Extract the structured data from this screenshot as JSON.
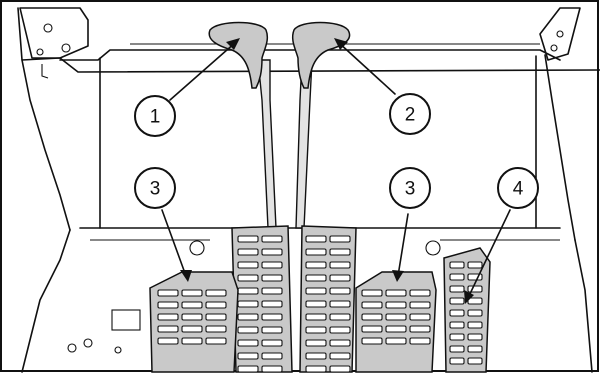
{
  "callouts": [
    {
      "id": "1",
      "label": "1"
    },
    {
      "id": "2",
      "label": "2"
    },
    {
      "id": "3a",
      "label": "3"
    },
    {
      "id": "3b",
      "label": "3"
    },
    {
      "id": "4",
      "label": "4"
    }
  ]
}
